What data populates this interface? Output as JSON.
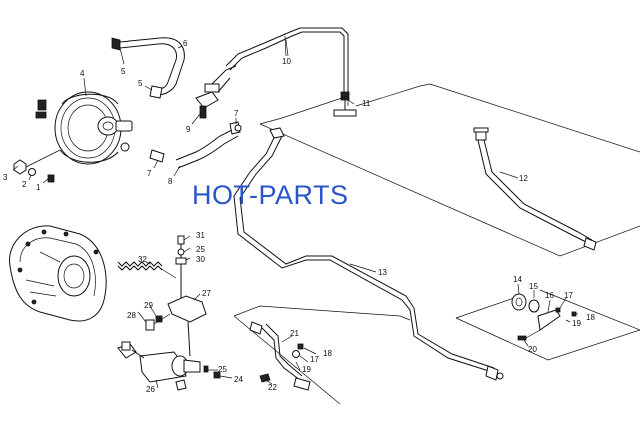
{
  "watermark": "HOT-PARTS",
  "callouts": [
    {
      "id": "1",
      "label": "1"
    },
    {
      "id": "2",
      "label": "2"
    },
    {
      "id": "3",
      "label": "3"
    },
    {
      "id": "4",
      "label": "4"
    },
    {
      "id": "5a",
      "label": "5"
    },
    {
      "id": "5b",
      "label": "5"
    },
    {
      "id": "6",
      "label": "6"
    },
    {
      "id": "7a",
      "label": "7"
    },
    {
      "id": "7b",
      "label": "7"
    },
    {
      "id": "8",
      "label": "8"
    },
    {
      "id": "9",
      "label": "9"
    },
    {
      "id": "10",
      "label": "10"
    },
    {
      "id": "11",
      "label": "11"
    },
    {
      "id": "12",
      "label": "12"
    },
    {
      "id": "13",
      "label": "13"
    },
    {
      "id": "14",
      "label": "14"
    },
    {
      "id": "15",
      "label": "15"
    },
    {
      "id": "16",
      "label": "16"
    },
    {
      "id": "17a",
      "label": "17"
    },
    {
      "id": "17b",
      "label": "17"
    },
    {
      "id": "18a",
      "label": "18"
    },
    {
      "id": "18b",
      "label": "18"
    },
    {
      "id": "19a",
      "label": "19"
    },
    {
      "id": "19b",
      "label": "19"
    },
    {
      "id": "20",
      "label": "20"
    },
    {
      "id": "21",
      "label": "21"
    },
    {
      "id": "22",
      "label": "22"
    },
    {
      "id": "24",
      "label": "24"
    },
    {
      "id": "25a",
      "label": "25"
    },
    {
      "id": "25b",
      "label": "25"
    },
    {
      "id": "26",
      "label": "26"
    },
    {
      "id": "27",
      "label": "27"
    },
    {
      "id": "28",
      "label": "28"
    },
    {
      "id": "29",
      "label": "29"
    },
    {
      "id": "30",
      "label": "30"
    },
    {
      "id": "31",
      "label": "31"
    },
    {
      "id": "32",
      "label": "32"
    }
  ]
}
